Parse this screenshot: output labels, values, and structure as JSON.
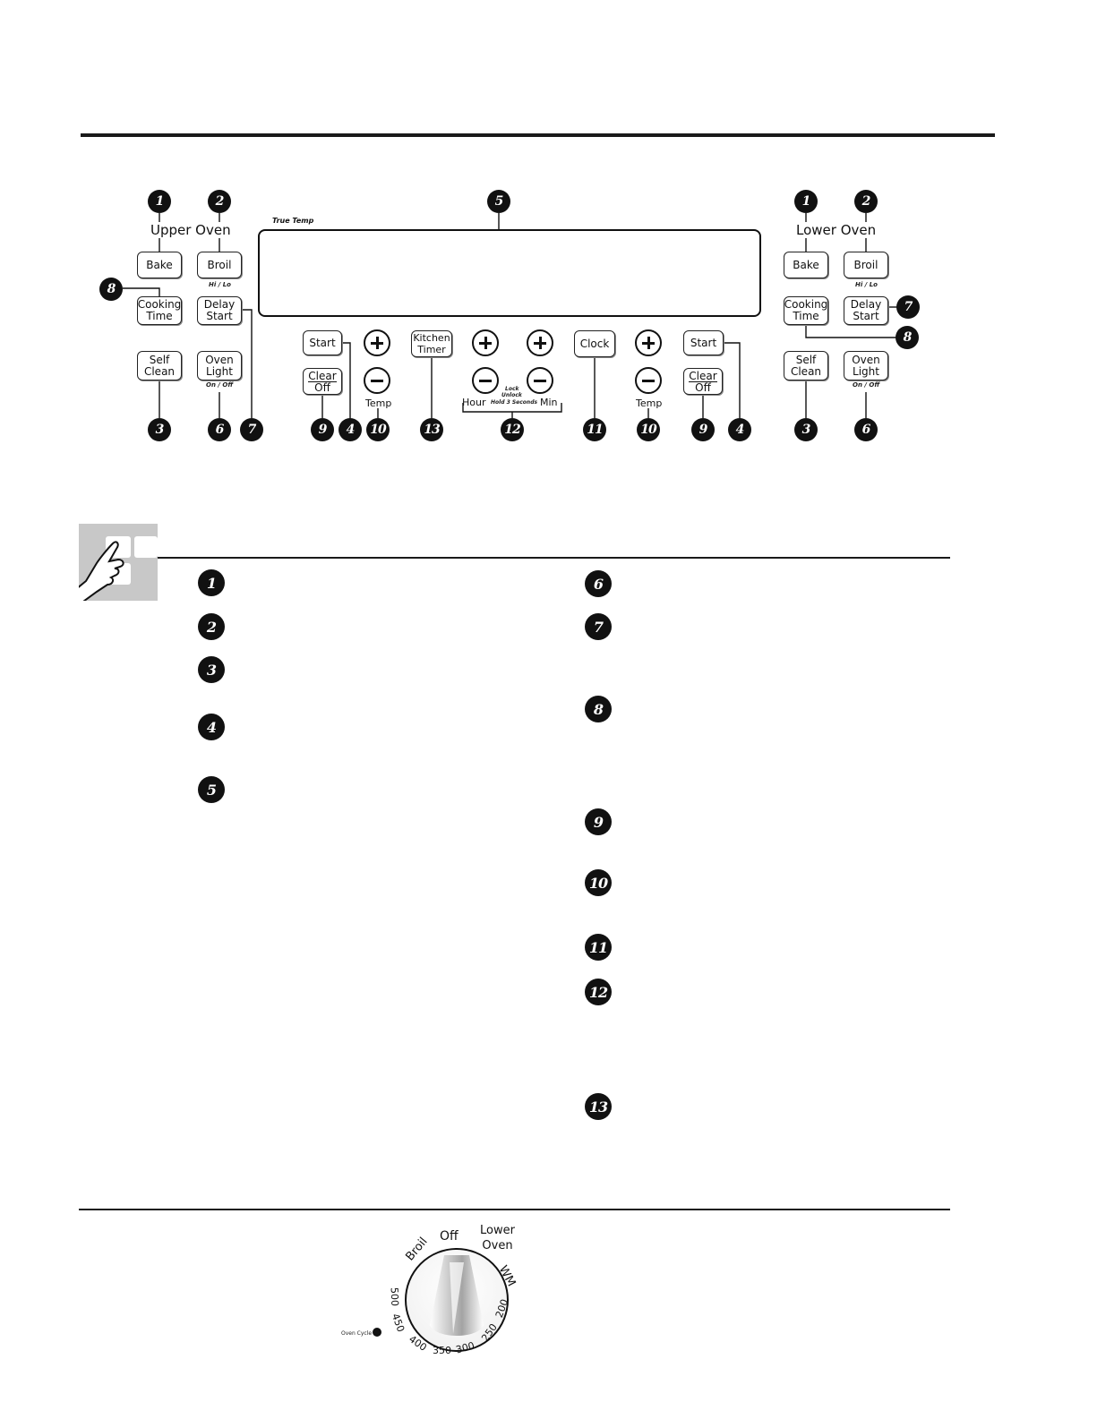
{
  "upper_oven": {
    "title": "Upper Oven",
    "bake": "Bake",
    "broil": "Broil",
    "broil_sub": "Hi / Lo",
    "cooking_time": [
      "Cooking",
      "Time"
    ],
    "delay_start": [
      "Delay",
      "Start"
    ],
    "self_clean": [
      "Self",
      "Clean"
    ],
    "oven_light": [
      "Oven",
      "Light"
    ],
    "oven_light_sub": "On / Off"
  },
  "lower_oven": {
    "title": "Lower Oven",
    "bake": "Bake",
    "broil": "Broil",
    "broil_sub": "Hi / Lo",
    "cooking_time": [
      "Cooking",
      "Time"
    ],
    "delay_start": [
      "Delay",
      "Start"
    ],
    "self_clean": [
      "Self",
      "Clean"
    ],
    "oven_light": [
      "Oven",
      "Light"
    ],
    "oven_light_sub": "On / Off"
  },
  "display": {
    "label": "True Temp"
  },
  "center_controls": {
    "start": "Start",
    "clear": "Clear",
    "off": "Off",
    "temp": "Temp",
    "kitchen_timer": [
      "Kitchen",
      "Timer"
    ],
    "hour": "Hour",
    "min": "Min",
    "lock_line1": "Lock",
    "lock_line2": "Unlock",
    "lock_line3": "Hold 3 Seconds",
    "clock": "Clock",
    "start_right": "Start",
    "clear_right": "Clear",
    "off_right": "Off",
    "temp_right": "Temp"
  },
  "callouts": {
    "n1": "1",
    "n2": "2",
    "n3": "3",
    "n4": "4",
    "n5": "5",
    "n6": "6",
    "n7": "7",
    "n8": "8",
    "n9": "9",
    "n10": "10",
    "n11": "11",
    "n12": "12",
    "n13": "13"
  },
  "list_left": [
    "1",
    "2",
    "3",
    "4",
    "5"
  ],
  "list_right": [
    "6",
    "7",
    "8",
    "9",
    "10",
    "11",
    "12",
    "13"
  ],
  "knob": {
    "off": "Off",
    "broil": "Broil",
    "lower_oven": [
      "Lower",
      "Oven"
    ],
    "wm": "WM",
    "t500": "500",
    "t450": "450",
    "t400": "400",
    "t350": "350",
    "t300": "300",
    "t250": "250",
    "t200": "200",
    "oven_cycle": "Oven Cycle"
  }
}
